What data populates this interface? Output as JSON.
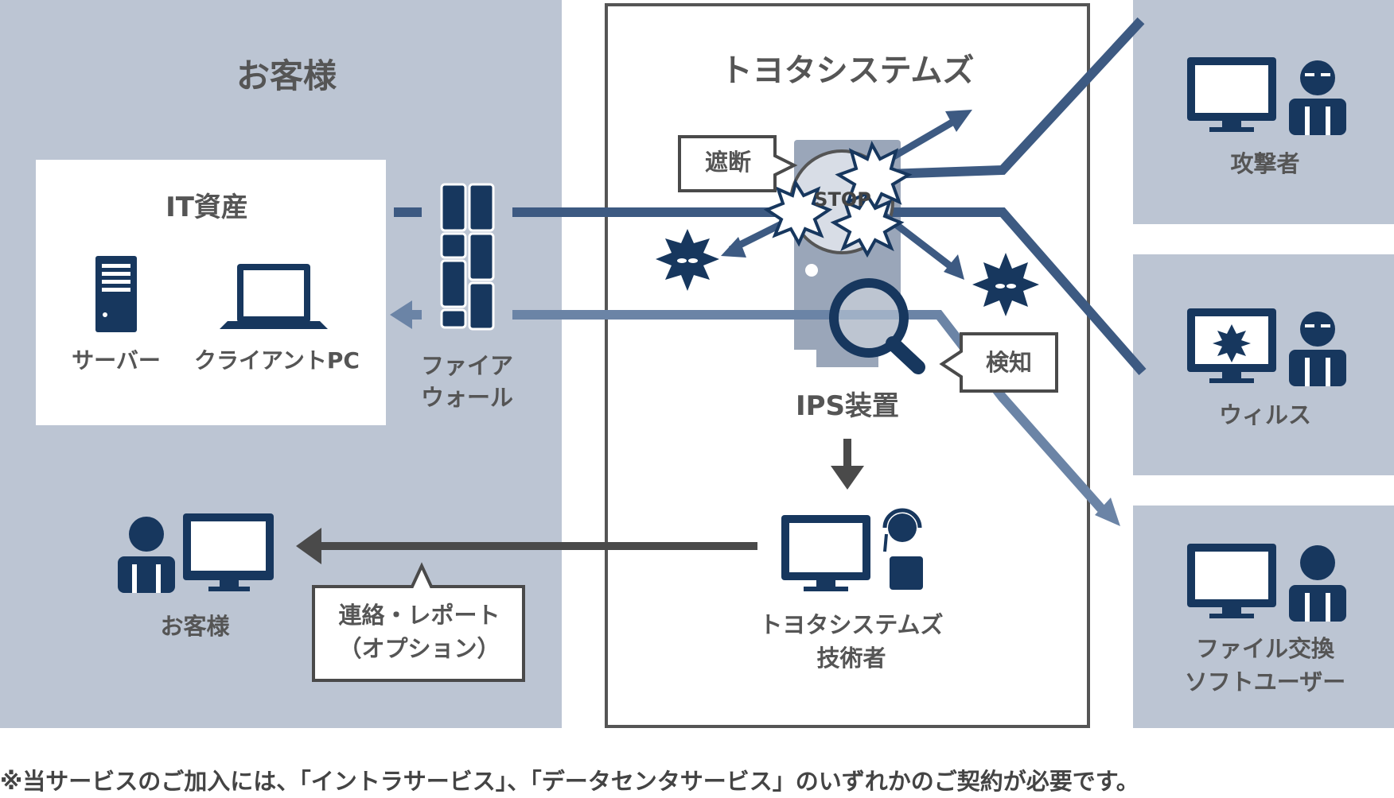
{
  "customer_area": {
    "title": "お客様",
    "assets_box": {
      "title": "IT資産",
      "server_label": "サーバー",
      "client_label": "クライアントPC"
    },
    "firewall_label_line1": "ファイア",
    "firewall_label_line2": "ウォール",
    "customer_label": "お客様",
    "report_callout_line1": "連絡・レポート",
    "report_callout_line2": "（オプション）"
  },
  "provider_area": {
    "title": "トヨタシステムズ",
    "block_callout": "遮断",
    "stop_text": "STOP",
    "detect_callout": "検知",
    "ips_label": "IPS装置",
    "engineer_label_line1": "トヨタシステムズ",
    "engineer_label_line2": "技術者"
  },
  "external": {
    "attacker_label": "攻撃者",
    "virus_label": "ウィルス",
    "p2p_label_line1": "ファイル交換",
    "p2p_label_line2": "ソフトユーザー"
  },
  "footnote": "※当サービスのご加入には、「イントラサービス」、「データセンタサービス」のいずれかのご契約が必要です。",
  "colors": {
    "panel": "#bcc5d3",
    "navy": "#17375e",
    "line_dark": "#3d5a82",
    "line_light": "#6b84a6",
    "text": "#555555",
    "border": "#4a4a4a",
    "ips_body": "#9aa6b9"
  },
  "icons": [
    "server-icon",
    "laptop-icon",
    "firewall-icon",
    "virus-icon",
    "stop-burst-icon",
    "magnifier-icon",
    "monitor-icon",
    "person-icon",
    "attacker-icon",
    "headset-operator-icon",
    "arrow-icon"
  ]
}
